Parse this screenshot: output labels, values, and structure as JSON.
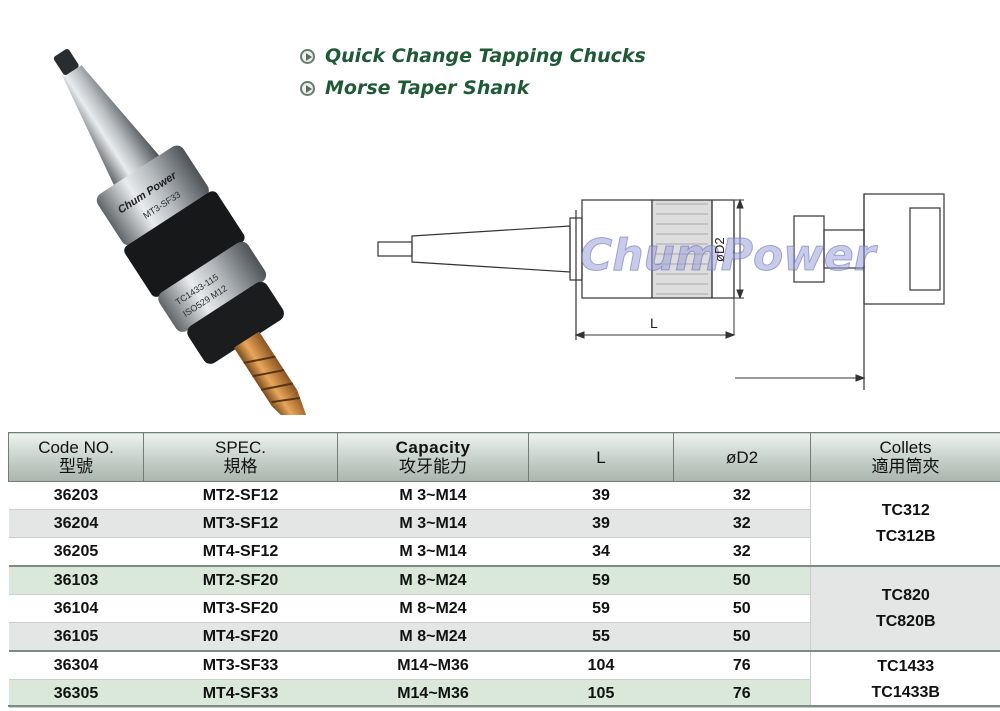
{
  "headings": {
    "line1": "Quick Change Tapping Chucks",
    "line2": "Morse Taper Shank"
  },
  "photo": {
    "brand_mark": "Chum Power",
    "shank_engraving": "MT3-SF33",
    "collet_engraving_1": "TC1433-115",
    "collet_engraving_2": "ISO529 M12"
  },
  "drawing": {
    "watermark": "ChumPower",
    "dim_length": "L",
    "dim_diameter": "øD2"
  },
  "table": {
    "headers": {
      "code": {
        "en": "Code NO.",
        "zh": "型號"
      },
      "spec": {
        "en": "SPEC.",
        "zh": "規格"
      },
      "capacity": {
        "en": "Capacity",
        "zh": "攻牙能力"
      },
      "length": {
        "en": "L"
      },
      "diameter": {
        "en": "øD2"
      },
      "collets": {
        "en": "Collets",
        "zh": "適用筒夾"
      }
    },
    "rows": [
      {
        "code": "36203",
        "spec": "MT2-SF12",
        "capacity": "M 3~M14",
        "l": "39",
        "d2": "32"
      },
      {
        "code": "36204",
        "spec": "MT3-SF12",
        "capacity": "M 3~M14",
        "l": "39",
        "d2": "32"
      },
      {
        "code": "36205",
        "spec": "MT4-SF12",
        "capacity": "M 3~M14",
        "l": "34",
        "d2": "32"
      },
      {
        "code": "36103",
        "spec": "MT2-SF20",
        "capacity": "M 8~M24",
        "l": "59",
        "d2": "50"
      },
      {
        "code": "36104",
        "spec": "MT3-SF20",
        "capacity": "M 8~M24",
        "l": "59",
        "d2": "50"
      },
      {
        "code": "36105",
        "spec": "MT4-SF20",
        "capacity": "M 8~M24",
        "l": "55",
        "d2": "50"
      },
      {
        "code": "36304",
        "spec": "MT3-SF33",
        "capacity": "M14~M36",
        "l": "104",
        "d2": "76"
      },
      {
        "code": "36305",
        "spec": "MT4-SF33",
        "capacity": "M14~M36",
        "l": "105",
        "d2": "76"
      }
    ],
    "collet_groups": [
      {
        "line1": "TC312",
        "line2": "TC312B"
      },
      {
        "line1": "TC820",
        "line2": "TC820B"
      },
      {
        "line1": "TC1433",
        "line2": "TC1433B"
      }
    ]
  },
  "colors": {
    "heading": "#1f5a36",
    "header_bg": "#c9d2cc",
    "band_grey": "#e4e6e5",
    "band_green": "#d9e8d9",
    "tap_gold": "#c8813a"
  }
}
